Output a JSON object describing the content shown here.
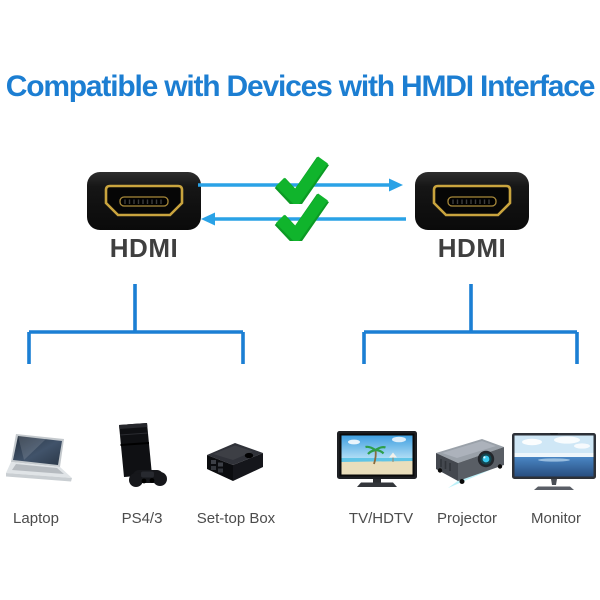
{
  "title": "Compatible with Devices with HMDI Interface",
  "colors": {
    "title_blue": "#1c7ed2",
    "bracket_blue": "#1b7fd4",
    "arrow_blue": "#2aa2e6",
    "check_green": "#10b42c",
    "port_gold": "#c9a43e",
    "label_gray": "#4c4c4c"
  },
  "connectors": {
    "left": {
      "label": "HDMI",
      "icon": "hdmi-connector-icon"
    },
    "right": {
      "label": "HDMI",
      "icon": "hdmi-connector-icon"
    }
  },
  "arrows": [
    {
      "direction": "right",
      "status_icon": "green-check-icon"
    },
    {
      "direction": "left",
      "status_icon": "green-check-icon"
    }
  ],
  "devices": {
    "left_group": [
      {
        "icon": "laptop-icon",
        "label": "Laptop"
      },
      {
        "icon": "game-console-icon",
        "label": "PS4/3"
      },
      {
        "icon": "set-top-box-icon",
        "label": "Set-top Box"
      }
    ],
    "right_group": [
      {
        "icon": "tv-icon",
        "label": "TV/HDTV"
      },
      {
        "icon": "projector-icon",
        "label": "Projector"
      },
      {
        "icon": "monitor-icon",
        "label": "Monitor"
      }
    ]
  }
}
